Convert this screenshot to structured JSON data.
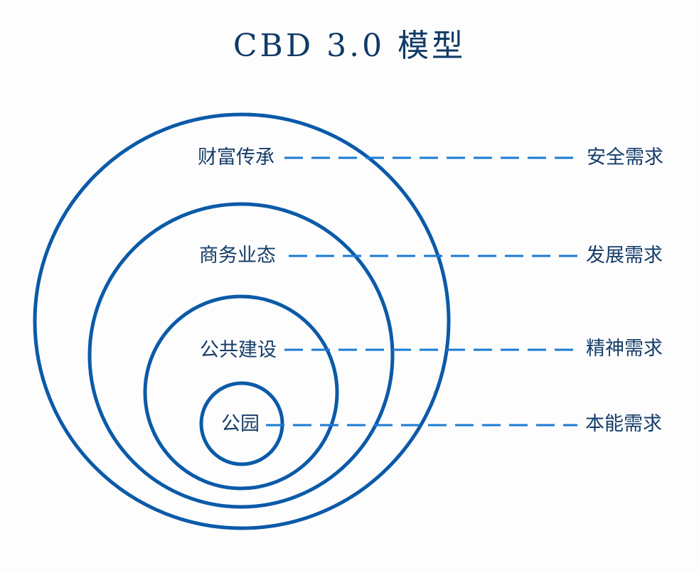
{
  "title": "CBD 3.0 模型",
  "colors": {
    "circle": "#0b5aa8",
    "dash": "#1a7ad4",
    "text": "#163d68"
  },
  "layers": [
    {
      "inner": "财富传承",
      "need": "安全需求"
    },
    {
      "inner": "商务业态",
      "need": "发展需求"
    },
    {
      "inner": "公共建设",
      "need": "精神需求"
    },
    {
      "inner": "公园",
      "need": "本能需求"
    }
  ]
}
